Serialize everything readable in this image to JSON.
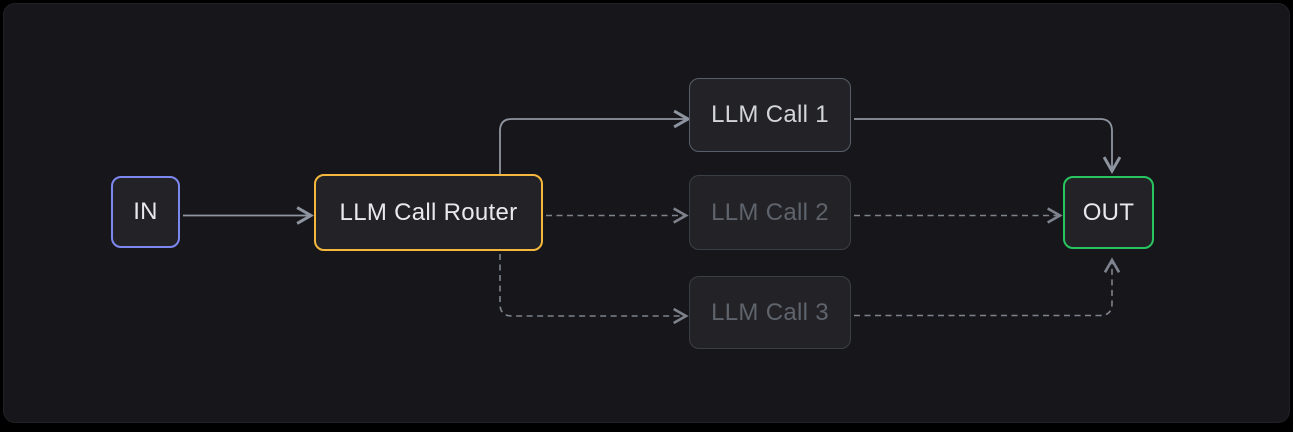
{
  "diagram": {
    "nodes": {
      "in": {
        "label": "IN",
        "role": "input",
        "border_color": "#7d87f0",
        "state": "active"
      },
      "router": {
        "label": "LLM Call Router",
        "role": "router",
        "border_color": "#f5b83d",
        "state": "active"
      },
      "call1": {
        "label": "LLM Call 1",
        "role": "llm-call",
        "border_color": "#575e6a",
        "state": "selected-route"
      },
      "call2": {
        "label": "LLM Call 2",
        "role": "llm-call",
        "border_color": "#3a3e46",
        "state": "inactive-route"
      },
      "call3": {
        "label": "LLM Call 3",
        "role": "llm-call",
        "border_color": "#3a3e46",
        "state": "inactive-route"
      },
      "out": {
        "label": "OUT",
        "role": "output",
        "border_color": "#27c45f",
        "state": "active"
      }
    },
    "edges": [
      {
        "from": "in",
        "to": "router",
        "style": "solid"
      },
      {
        "from": "router",
        "to": "call1",
        "style": "solid"
      },
      {
        "from": "call1",
        "to": "out",
        "style": "solid"
      },
      {
        "from": "router",
        "to": "call2",
        "style": "dashed"
      },
      {
        "from": "call2",
        "to": "out",
        "style": "dashed"
      },
      {
        "from": "router",
        "to": "call3",
        "style": "dashed"
      },
      {
        "from": "call3",
        "to": "out",
        "style": "dashed"
      }
    ]
  },
  "colors": {
    "background": "#000000",
    "panel": "#17171b",
    "node_fill": "#232327",
    "in_border": "#7d87f0",
    "router_border": "#f5b83d",
    "out_border": "#27c45f",
    "call_border": "#575e6a",
    "dim_border": "#3a3e46",
    "text_bright": "#e9e9ec",
    "text_call": "#d3d5d9",
    "text_dim": "#5e636c",
    "line_solid": "#8f95a0",
    "line_dashed": "#7d828c"
  }
}
